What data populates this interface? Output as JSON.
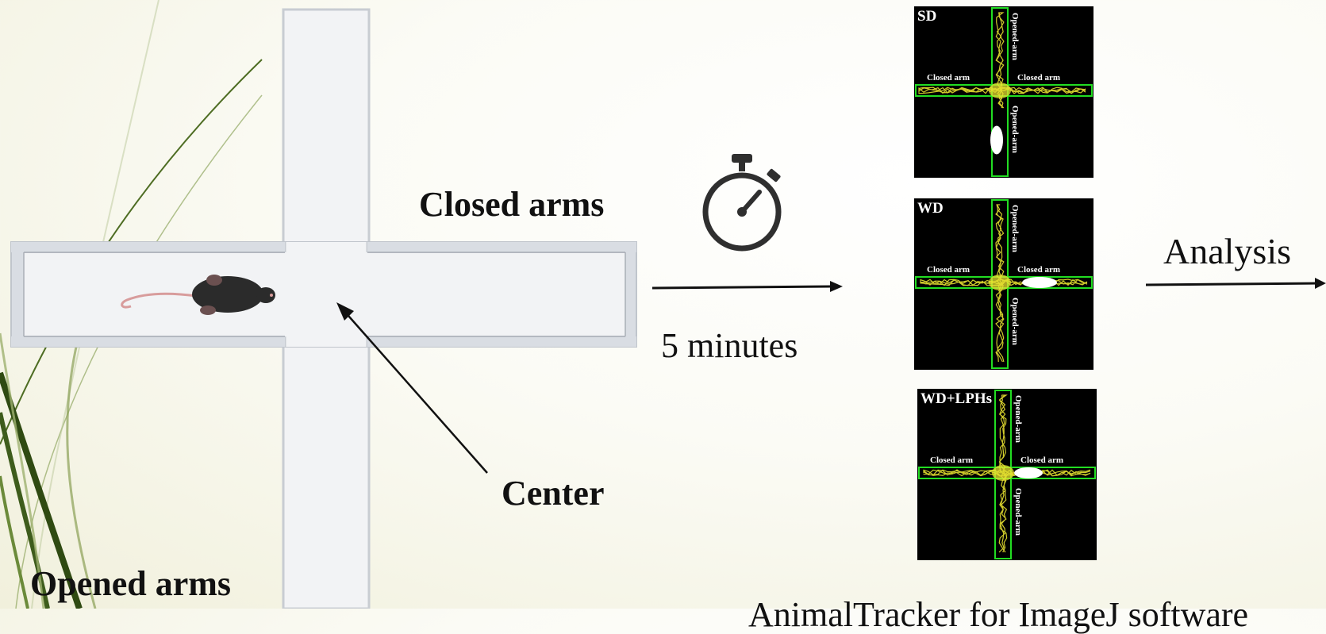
{
  "labels": {
    "closed_arms": "Closed arms",
    "center": "Center",
    "opened_arms": "Opened arms",
    "duration": "5 minutes",
    "analysis": "Analysis",
    "bottom_caption_partial": "AnimalTracker for ImageJ software"
  },
  "panels": [
    {
      "title": "SD",
      "closed_left": "Closed arm",
      "closed_right": "Closed arm",
      "open_top": "Opened-arm",
      "open_bottom": "Opened-arm"
    },
    {
      "title": "WD",
      "closed_left": "Closed arm",
      "closed_right": "Closed arm",
      "open_top": "Opened-arm",
      "open_bottom": "Opened-arm"
    },
    {
      "title": "WD+LPHs",
      "closed_left": "Closed arm",
      "closed_right": "Closed arm",
      "open_top": "Opened-arm",
      "open_bottom": "Opened-arm"
    }
  ],
  "colors": {
    "maze_fill": "#f2f3f5",
    "maze_wall": "#c8ccd2",
    "track_green": "#22dd22",
    "track_yellow": "#e6e030",
    "grass_green": "#5a7a2e"
  },
  "icons": {
    "timer": "stopwatch-icon",
    "animal": "mouse-icon"
  }
}
